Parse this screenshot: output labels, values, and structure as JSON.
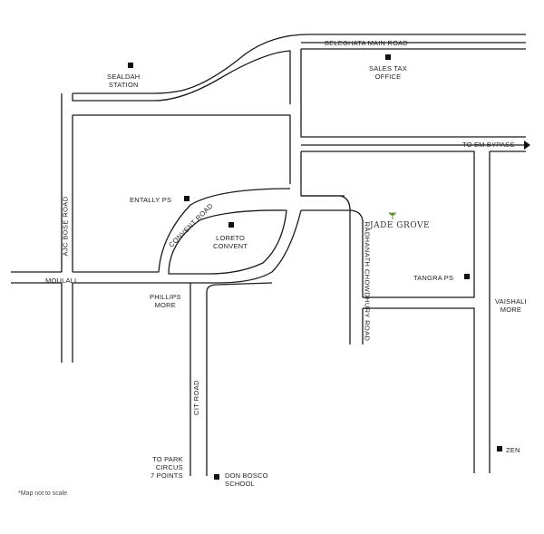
{
  "roads": {
    "beleghata_main_road": "BELEGHATA MAIN ROAD",
    "ajc_bose_road": "AJC BOSE ROAD",
    "convent_road": "CONVENT ROAD",
    "radhanath_chowdhury_road": "RADHANATH CHOWDHURY ROAD",
    "cit_road": "CIT ROAD",
    "to_em_bypass": "TO EM BYPASS"
  },
  "landmarks": {
    "sealdah_station": "SEALDAH\nSTATION",
    "sales_tax_office": "SALES TAX\nOFFICE",
    "entally_ps": "ENTALLY PS",
    "loreto_convent": "LORETO\nCONVENT",
    "tangra_ps": "TANGRA PS",
    "zen": "ZEN",
    "don_bosco_school": "DON BOSCO\nSCHOOL"
  },
  "places": {
    "moulali": "MOULALI",
    "phillips_more": "PHILLIPS\nMORE",
    "vaishali_more": "VAISHALI\nMORE",
    "to_park_circus": "TO PARK\nCIRCUS\n7 POINTS"
  },
  "project": {
    "name": "JADE GROVE",
    "leaf_color": "#6a8f3a"
  },
  "note": "*Map not to scale",
  "colors": {
    "road_line": "#1a1a1a",
    "marker": "#111111",
    "background": "#ffffff"
  }
}
